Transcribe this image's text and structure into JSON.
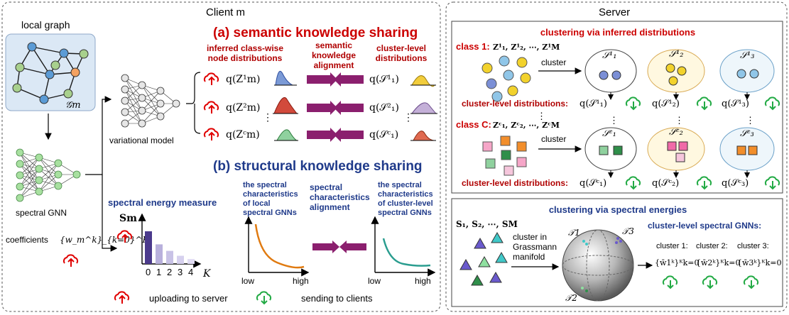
{
  "client": {
    "title": "Client m",
    "local_graph_label": "local graph",
    "graph_symbol": "𝒢m",
    "spectral_gnn_label": "spectral GNN",
    "coefficients_label": "coefficients",
    "coefficients_math": "{w_m^k}_{k=0}^K",
    "variational_model_label": "variational model",
    "semantic": {
      "title": "(a) semantic knowledge sharing",
      "col1": [
        "inferred class-wise",
        "node distributions"
      ],
      "col2": [
        "semantic",
        "knowledge",
        "alignment"
      ],
      "col3": [
        "cluster-level",
        "distributions"
      ],
      "rows": [
        {
          "left": "q(Z¹m)",
          "right": "q(𝒮¹₁)"
        },
        {
          "left": "q(Z²m)",
          "right": "q(𝒮²₁)"
        },
        {
          "left": "q(Zᶜm)",
          "right": "q(𝒮ᶜ₁)"
        }
      ]
    },
    "structural": {
      "title": "(b) structural knowledge sharing",
      "energy_title": "spectral energy measure",
      "energy_symbol": "Sm",
      "x_ticks": [
        "0",
        "1",
        "2",
        "3",
        "4"
      ],
      "x_axis_symbol": "K",
      "bar_values": [
        1.0,
        0.6,
        0.4,
        0.25,
        0.15
      ],
      "local_caption": [
        "the spectral",
        "characteristics",
        "of local",
        "spectral GNNs"
      ],
      "align_caption": [
        "spectral",
        "characteristics",
        "alignment"
      ],
      "cluster_caption": [
        "the spectral",
        "characteristics",
        "of cluster-level",
        "spectral GNNs"
      ],
      "low": "low",
      "high": "high"
    },
    "legend": {
      "upload": "uploading to server",
      "send": "sending to clients"
    }
  },
  "server": {
    "title": "Server",
    "inferred": {
      "title": "clustering via inferred distributions",
      "class1_label": "class 1:",
      "class1_vars": "Z¹₁, Z¹₂, ⋯, Z¹M",
      "classC_label": "class C:",
      "classC_vars": "Zᶜ₁, Zᶜ₂, ⋯, ZᶜM",
      "cluster_word": "cluster",
      "clusters_top": [
        "𝒮¹₁",
        "𝒮¹₂",
        "𝒮¹₃"
      ],
      "clusters_bottom": [
        "𝒮ᶜ₁",
        "𝒮ᶜ₂",
        "𝒮ᶜ₃"
      ],
      "dist_label": "cluster-level distributions:",
      "dists_top": [
        "q(𝒮¹₁)",
        "q(𝒮¹₂)",
        "q(𝒮¹₃)"
      ],
      "dists_bottom": [
        "q(𝒮ᶜ₁)",
        "q(𝒮ᶜ₂)",
        "q(𝒮ᶜ₃)"
      ]
    },
    "spectral": {
      "title": "clustering via spectral energies",
      "inputs": "S₁, S₂, ⋯, SM",
      "cluster_caption": [
        "cluster in",
        "Grassmann",
        "manifold"
      ],
      "t1": "𝒯1",
      "t2": "𝒯2",
      "t3": "𝒯3",
      "result_title": "cluster-level spectral GNNs:",
      "results": [
        {
          "label": "cluster 1:",
          "math": "{w̄1ᵏ}ᴷk=0"
        },
        {
          "label": "cluster 2:",
          "math": "{w̄2ᵏ}ᴷk=0"
        },
        {
          "label": "cluster 3:",
          "math": "{w̄3ᵏ}ᴷk=0"
        }
      ]
    }
  },
  "colors": {
    "red": "#cc0000",
    "navy": "#1f3a8a",
    "dark_red": "#b00000",
    "arrow_purple": "#8b1f6e",
    "green": "#22aa44",
    "panel_fill": "#dbe8f5",
    "orange_curve": "#e07a10",
    "teal_curve": "#2a9d8f"
  }
}
